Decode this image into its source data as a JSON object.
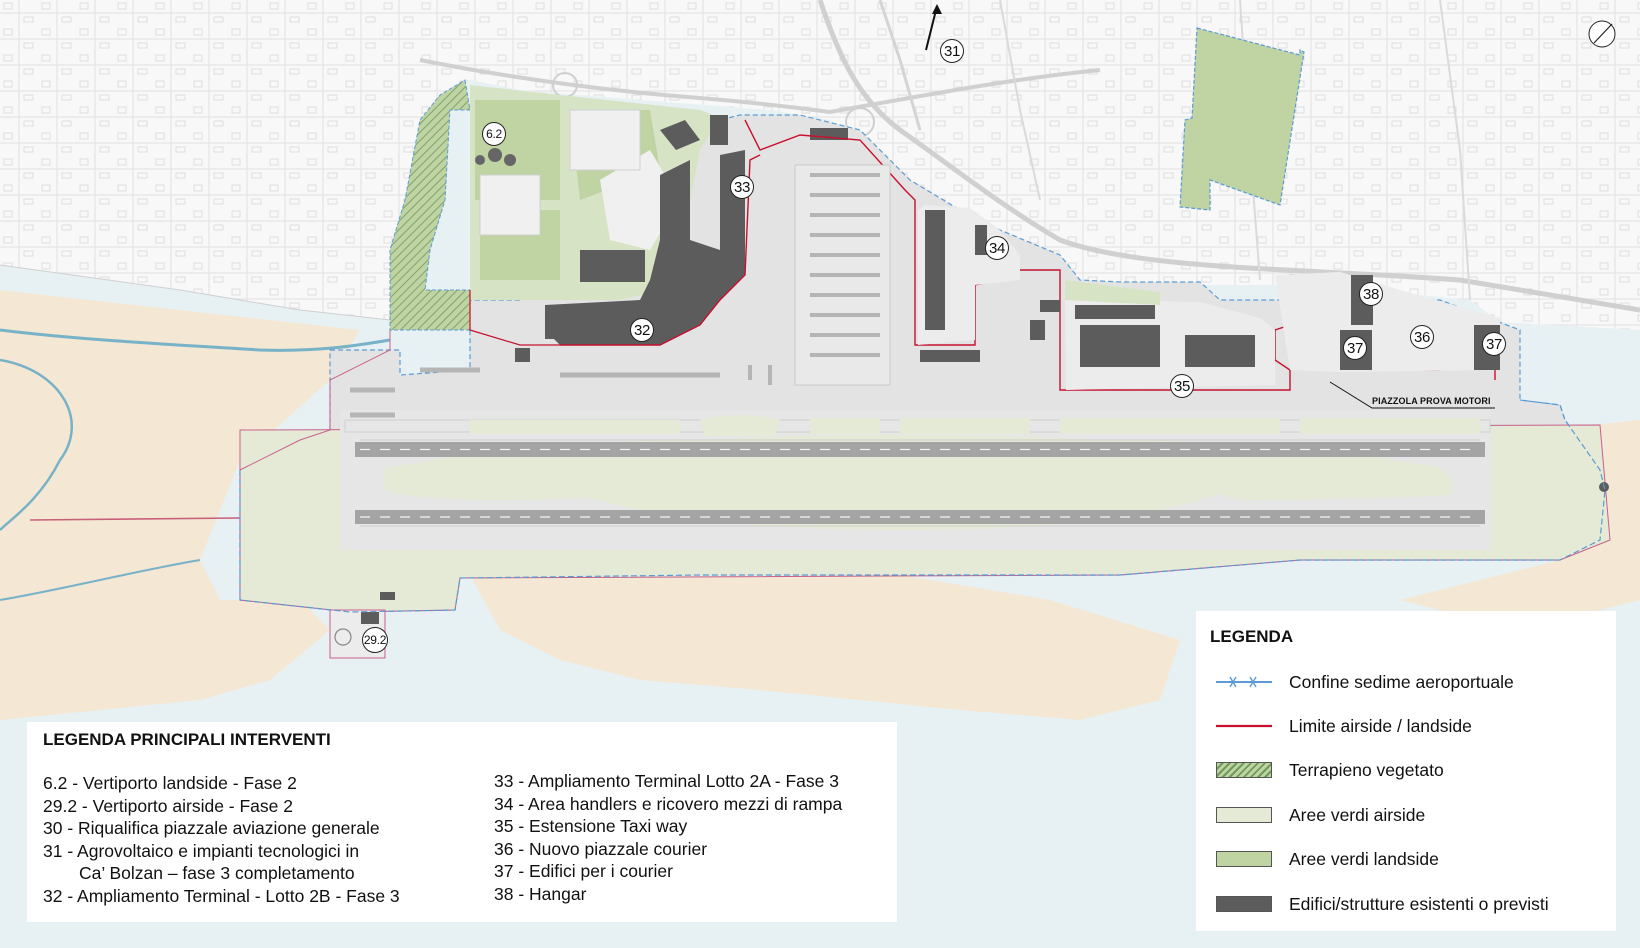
{
  "map": {
    "north_arrow": "north-arrow-icon",
    "compass": "compass-icon",
    "colors": {
      "water": "#e7f1f4",
      "sand": "#f4e7d4",
      "urban": "#f8f8f8",
      "apron": "#e3e3e3",
      "runway": "#a4a4a4",
      "airside_green": "#e4ead5",
      "landside_green": "#bfd3a3",
      "buildings": "#5c5c5c",
      "airport_boundary": "#5b9bd5",
      "airside_limit": "#c8102e",
      "channel": "#78b2c8"
    },
    "markers": [
      {
        "id": "m31",
        "label": "31"
      },
      {
        "id": "m62",
        "label": "6.2"
      },
      {
        "id": "m33",
        "label": "33"
      },
      {
        "id": "m34",
        "label": "34"
      },
      {
        "id": "m32",
        "label": "32"
      },
      {
        "id": "m38",
        "label": "38"
      },
      {
        "id": "m36",
        "label": "36"
      },
      {
        "id": "m37a",
        "label": "37"
      },
      {
        "id": "m37b",
        "label": "37"
      },
      {
        "id": "m35",
        "label": "35"
      },
      {
        "id": "m292",
        "label": "29.2"
      }
    ],
    "engine_test_label": "PIAZZOLA PROVA MOTORI"
  },
  "interventi_legend": {
    "title": "LEGENDA PRINCIPALI INTERVENTI",
    "col1": [
      {
        "text": "6.2 - Vertiporto landside - Fase 2"
      },
      {
        "text": "29.2 - Vertiporto airside - Fase 2"
      },
      {
        "text": "30 - Riqualifica piazzale aviazione generale"
      },
      {
        "text": "31 - Agrovoltaico e impianti tecnologici in"
      },
      {
        "text": "Ca’ Bolzan – fase 3 completamento",
        "indent": true
      },
      {
        "text": "32 - Ampliamento Terminal - Lotto 2B - Fase 3"
      }
    ],
    "col2": [
      {
        "text": "33 - Ampliamento Terminal Lotto 2A - Fase 3"
      },
      {
        "text": "34 - Area handlers e ricovero mezzi di rampa"
      },
      {
        "text": "35 - Estensione Taxi way"
      },
      {
        "text": "36 - Nuovo piazzale courier"
      },
      {
        "text": "37 - Edifici per i courier"
      },
      {
        "text": "38 - Hangar"
      }
    ]
  },
  "legend": {
    "title": "LEGENDA",
    "items": [
      {
        "label": "Confine sedime aeroportuale",
        "symbol": "boundary-line"
      },
      {
        "label": "Limite airside / landside",
        "symbol": "airside-limit-line"
      },
      {
        "label": "Terrapieno vegetato",
        "symbol": "hatched-green"
      },
      {
        "label": "Aree verdi airside",
        "symbol": "light-green"
      },
      {
        "label": "Aree verdi landside",
        "symbol": "green"
      },
      {
        "label": "Edifici/strutture esistenti o previsti",
        "symbol": "dark-grey"
      }
    ]
  }
}
